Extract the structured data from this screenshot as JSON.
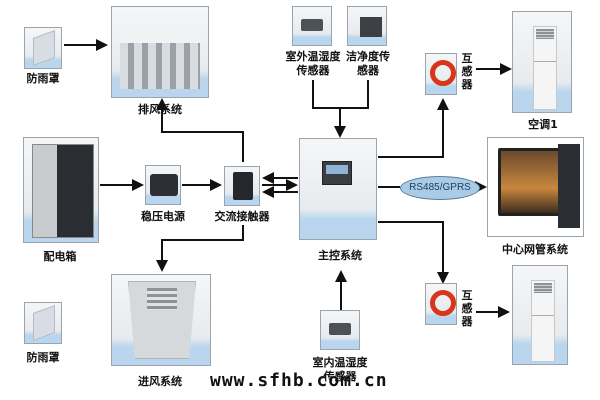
{
  "diagram": {
    "nodes": {
      "rain_cover_top": {
        "label": "防雨罩",
        "icon": "rain-cover-icon"
      },
      "exhaust_system": {
        "label": "排风系统",
        "icon": "exhaust-fan-icon"
      },
      "outdoor_th_sensor": {
        "label_line1": "室外温湿度",
        "label_line2": "传感器",
        "icon": "sensor-icon"
      },
      "cleanliness_sensor": {
        "label_line1": "洁净度传",
        "label_line2": "感器",
        "icon": "sensor-icon"
      },
      "transformer_top": {
        "label_line1": "互",
        "label_line2": "感",
        "label_line3": "器",
        "icon": "current-transformer-icon"
      },
      "air_conditioner_1": {
        "label": "空调1",
        "icon": "air-conditioner-icon"
      },
      "distribution_box": {
        "label": "配电箱",
        "icon": "distribution-box-icon"
      },
      "voltage_regulator": {
        "label": "稳压电源",
        "icon": "power-supply-icon"
      },
      "ac_contactor": {
        "label": "交流接触器",
        "icon": "contactor-icon"
      },
      "main_control": {
        "label": "主控系统",
        "icon": "control-cabinet-icon"
      },
      "link": {
        "label": "RS485/GPRS"
      },
      "central_management": {
        "label": "中心网管系统",
        "icon": "computer-icon"
      },
      "rain_cover_bottom": {
        "label": "防雨罩",
        "icon": "rain-cover-icon"
      },
      "intake_system": {
        "label": "进风系统",
        "icon": "intake-fan-icon"
      },
      "indoor_th_sensor": {
        "label_line1": "室内温湿度",
        "label_line2": "传感器",
        "icon": "sensor-icon"
      },
      "transformer_bottom": {
        "label_line1": "互",
        "label_line2": "感",
        "label_line3": "器",
        "icon": "current-transformer-icon"
      },
      "air_conditioner_2": {
        "icon": "air-conditioner-icon"
      }
    },
    "watermark": "www.sfhb.com.cn",
    "colors": {
      "wire": "#111111",
      "link_fill": "#a9cbe6",
      "transformer": "#d8361b",
      "panel_blue": "#b9d6ee"
    }
  }
}
